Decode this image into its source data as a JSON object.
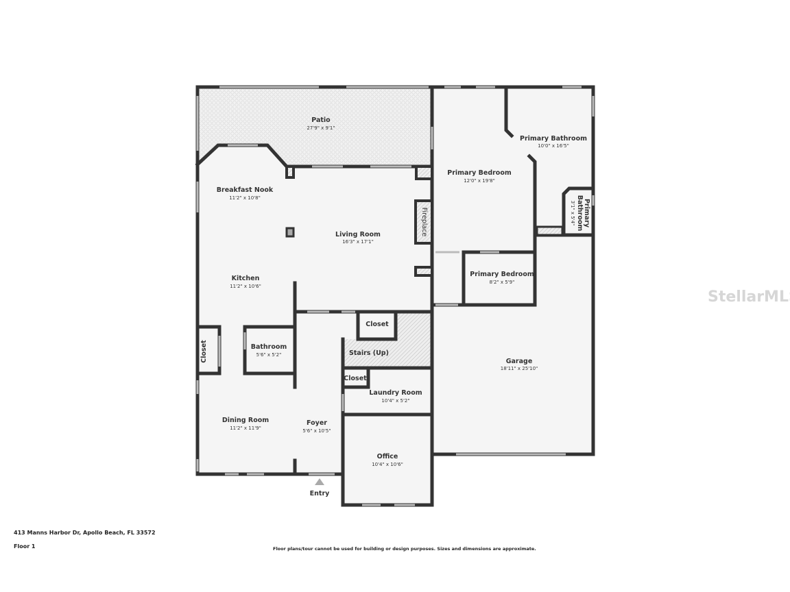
{
  "rooms": {
    "patio": {
      "name": "Patio",
      "dim": "27'9\" x 9'1\""
    },
    "primary_bathroom": {
      "name": "Primary Bathroom",
      "dim": "10'0\" x 16'5\""
    },
    "primary_bedroom": {
      "name": "Primary Bedroom",
      "dim": "12'0\" x 19'8\""
    },
    "primary_bathroom_small": {
      "name1": "Primary",
      "name2": "Bathroom",
      "dim": "3'1\" x 5'4\""
    },
    "breakfast_nook": {
      "name": "Breakfast Nook",
      "dim": "11'2\" x 10'8\""
    },
    "fireplace": {
      "name": "Fireplace"
    },
    "living_room": {
      "name": "Living Room",
      "dim": "16'3\" x 17'1\""
    },
    "primary_bedroom_2": {
      "name": "Primary Bedroom",
      "dim": "8'2\" x 5'9\""
    },
    "kitchen": {
      "name": "Kitchen",
      "dim": "11'2\" x 10'6\""
    },
    "closet_top": {
      "name": "Closet"
    },
    "closet_left": {
      "name": "Closet"
    },
    "bathroom": {
      "name": "Bathroom",
      "dim": "5'6\" x 5'2\""
    },
    "stairs": {
      "name": "Stairs (Up)"
    },
    "garage": {
      "name": "Garage",
      "dim": "18'11\" x 25'10\""
    },
    "closet_laundry": {
      "name": "Closet"
    },
    "laundry": {
      "name": "Laundry Room",
      "dim": "10'4\" x 5'2\""
    },
    "dining": {
      "name": "Dining Room",
      "dim": "11'2\" x 11'9\""
    },
    "foyer": {
      "name": "Foyer",
      "dim": "5'6\" x 10'5\""
    },
    "office": {
      "name": "Office",
      "dim": "10'4\" x 10'6\""
    },
    "entry": {
      "name": "Entry"
    }
  },
  "watermark": "StellarMLS",
  "footer": {
    "address": "413 Manns Harbor Dr, Apollo Beach, FL 33572",
    "floor": "Floor 1",
    "disclaimer": "Floor plans/tour cannot be used for building or design purposes. Sizes and dimensions are approximate."
  },
  "colors": {
    "wall": "#333333",
    "floor": "#f5f5f5",
    "patio": "#eeeeee",
    "hatch": "#cccccc"
  }
}
